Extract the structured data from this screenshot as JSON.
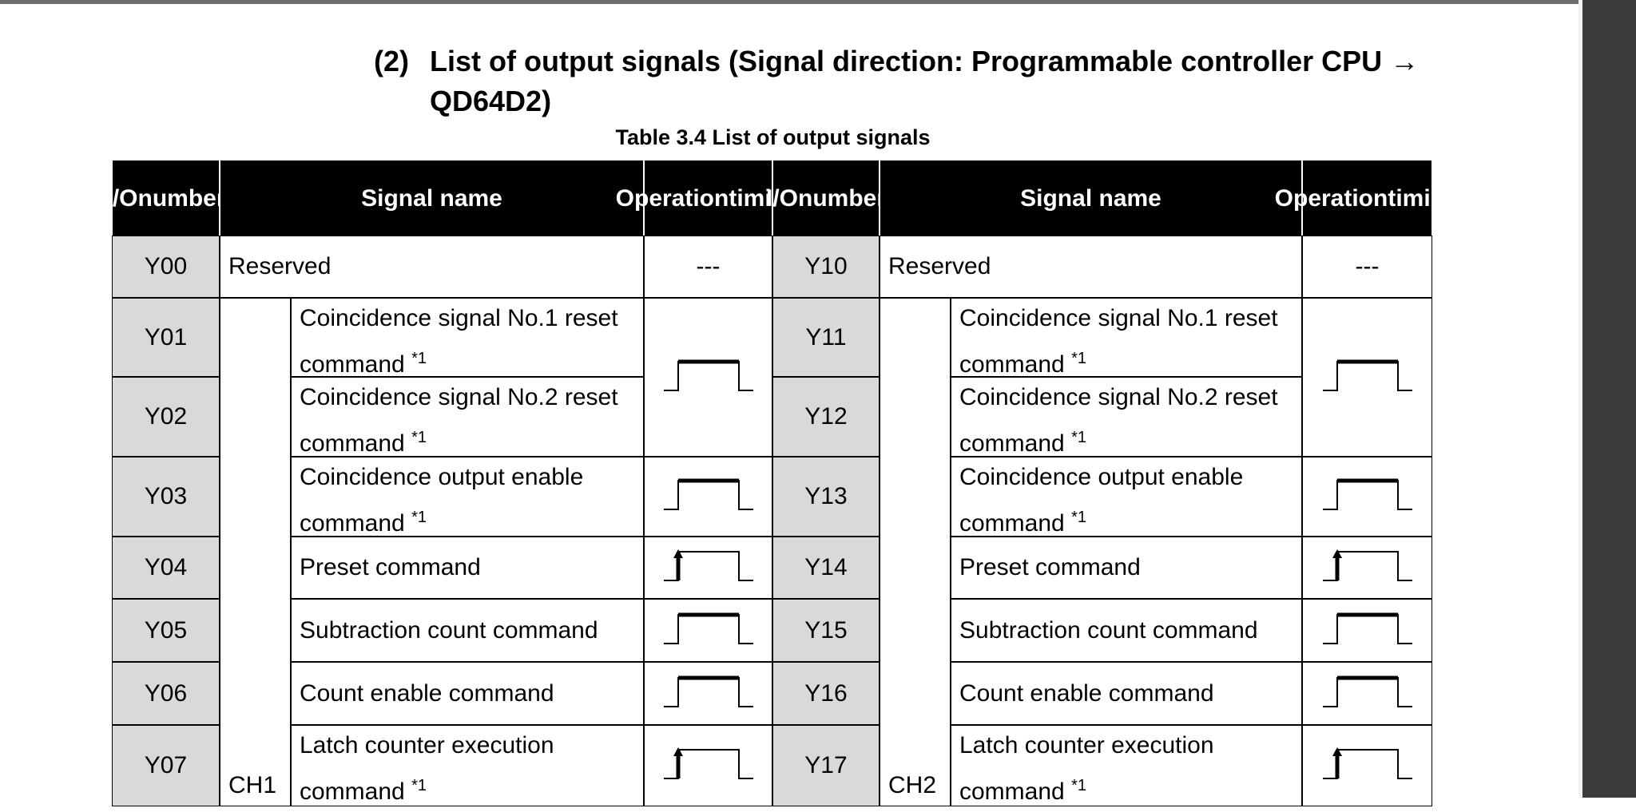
{
  "heading": {
    "number": "(2)",
    "text": "List of output signals (Signal direction: Programmable controller CPU → QD64D2)"
  },
  "caption": "Table 3.4 List of output signals",
  "table": {
    "headers": {
      "io_number": [
        "I/O",
        "number"
      ],
      "signal_name": "Signal name",
      "operation_timing": [
        "Operation",
        "timing"
      ]
    },
    "reserved": {
      "left": {
        "io": "Y00",
        "name": "Reserved",
        "timing": "---"
      },
      "right": {
        "io": "Y10",
        "name": "Reserved",
        "timing": "---"
      }
    },
    "groups": {
      "left": "CH1",
      "right": "CH2"
    },
    "note_mark": "*1",
    "left_rows": [
      {
        "io": "Y01",
        "line1": "Coincidence signal No.1 reset",
        "line2": "command"
      },
      {
        "io": "Y02",
        "line1": "Coincidence signal No.2 reset",
        "line2": "command"
      },
      {
        "io": "Y03",
        "line1": "Coincidence output enable",
        "line2": "command"
      },
      {
        "io": "Y04",
        "name": "Preset command"
      },
      {
        "io": "Y05",
        "name": "Subtraction count command"
      },
      {
        "io": "Y06",
        "name": "Count enable command"
      },
      {
        "io": "Y07",
        "line1": "Latch counter execution",
        "line2": "command"
      }
    ],
    "right_rows": [
      {
        "io": "Y11",
        "line1": "Coincidence signal No.1 reset",
        "line2": "command"
      },
      {
        "io": "Y12",
        "line1": "Coincidence signal No.2 reset",
        "line2": "command"
      },
      {
        "io": "Y13",
        "line1": "Coincidence output enable",
        "line2": "command"
      },
      {
        "io": "Y14",
        "name": "Preset command"
      },
      {
        "io": "Y15",
        "name": "Subtraction count command"
      },
      {
        "io": "Y16",
        "name": "Count enable command"
      },
      {
        "io": "Y17",
        "line1": "Latch counter execution",
        "line2": "command"
      }
    ],
    "timing_icons": [
      "level-signal-icon",
      "level-signal-icon",
      "rising-edge-signal-icon",
      "level-signal-icon",
      "level-signal-icon",
      "rising-edge-signal-icon"
    ]
  }
}
